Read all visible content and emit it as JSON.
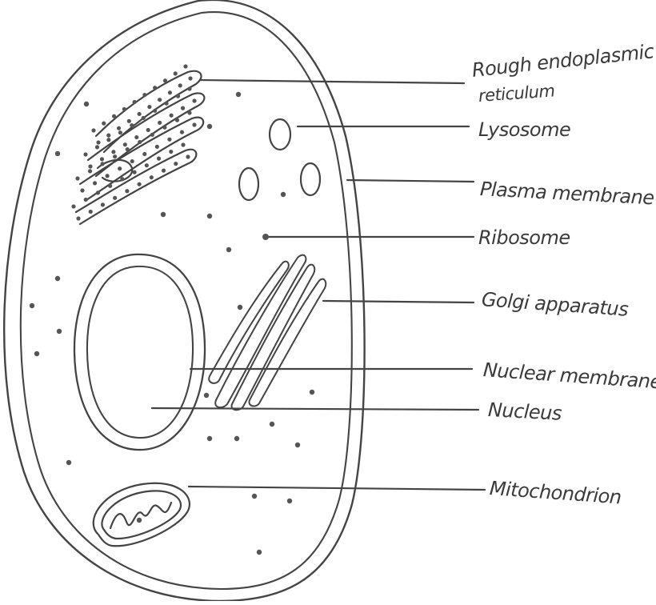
{
  "labels": {
    "rough_er_line1": "Rough endoplasmic",
    "rough_er_line2": "reticulum",
    "lysosome": "Lysosome",
    "plasma_membrane": "Plasma membrane",
    "ribosome": "Ribosome",
    "golgi": "Golgi apparatus",
    "nuclear_membrane": "Nuclear membrane",
    "nucleus": "Nucleus",
    "mitochondrion": "Mitochondrion"
  }
}
